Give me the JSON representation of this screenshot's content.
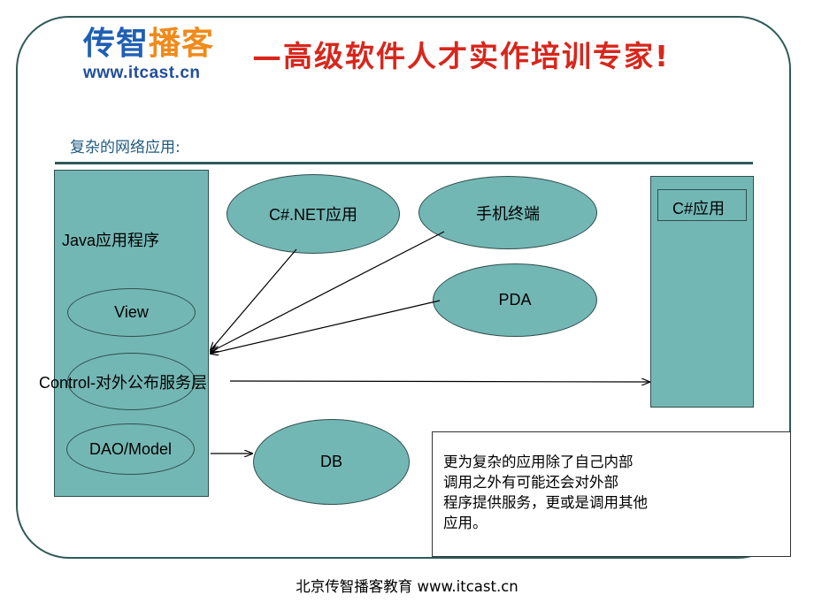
{
  "header": {
    "logo_name_part1": "传智",
    "logo_name_part2": "播客",
    "logo_url": "www.itcast.cn",
    "slogan": "—高级软件人才实作培训专家!"
  },
  "subtitle": "复杂的网络应用:",
  "java_app": {
    "title": "Java应用程序",
    "view": "View",
    "control": "Control-对外公布服务层",
    "dao": "DAO/Model"
  },
  "clients": {
    "csharp_net": "C#.NET应用",
    "mobile": "手机终端",
    "pda": "PDA"
  },
  "db": "DB",
  "csharp_app": {
    "label": "C#应用"
  },
  "note": {
    "lines": [
      "更为复杂的应用除了自己内部",
      "调用之外有可能还会对外部",
      "程序提供服务，更或是调用其他",
      "应用。"
    ]
  },
  "footer": "北京传智播客教育 www.itcast.cn",
  "colors": {
    "teal_fill": "#73b7b5",
    "frame": "#2f5a57",
    "brand_blue": "#1f5fb4",
    "brand_orange": "#f08a1a",
    "slogan_red": "#d8261c"
  }
}
